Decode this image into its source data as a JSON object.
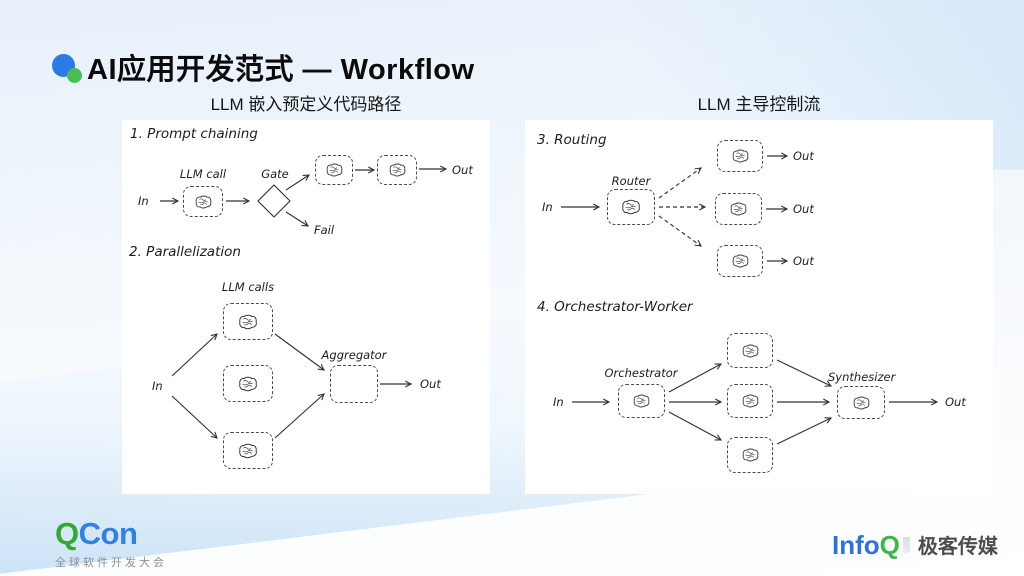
{
  "header": {
    "title": "AI应用开发范式 — Workflow"
  },
  "columns": {
    "left": {
      "subtitle": "LLM 嵌入预定义代码路径"
    },
    "right": {
      "subtitle": "LLM 主导控制流"
    }
  },
  "diagrams": {
    "prompt_chaining": {
      "title": "1. Prompt chaining",
      "in": "In",
      "llm_call": "LLM call",
      "gate": "Gate",
      "fail": "Fail",
      "out": "Out"
    },
    "parallelization": {
      "title": "2. Parallelization",
      "in": "In",
      "llm_calls": "LLM calls",
      "aggregator": "Aggregator",
      "out": "Out"
    },
    "routing": {
      "title": "3. Routing",
      "in": "In",
      "router": "Router",
      "outs": [
        "Out",
        "Out",
        "Out"
      ]
    },
    "orchestrator_worker": {
      "title": "4. Orchestrator-Worker",
      "in": "In",
      "orchestrator": "Orchestrator",
      "synthesizer": "Synthesizer",
      "out": "Out"
    }
  },
  "footer": {
    "qcon": {
      "name_q": "Q",
      "name_con": "Con",
      "tagline": "全球软件开发大会"
    },
    "infoq": {
      "name_info": "Info",
      "name_q": "Q",
      "suffix": "极客传媒"
    }
  },
  "colors": {
    "accent_blue": "#2B7BE4",
    "accent_green": "#46BE51",
    "qcon_green": "#35A82F",
    "qcon_blue": "#2F80E8",
    "infoq_blue": "#2E71DE",
    "infoq_green": "#3DB843",
    "diagram_stroke": "#333333"
  }
}
